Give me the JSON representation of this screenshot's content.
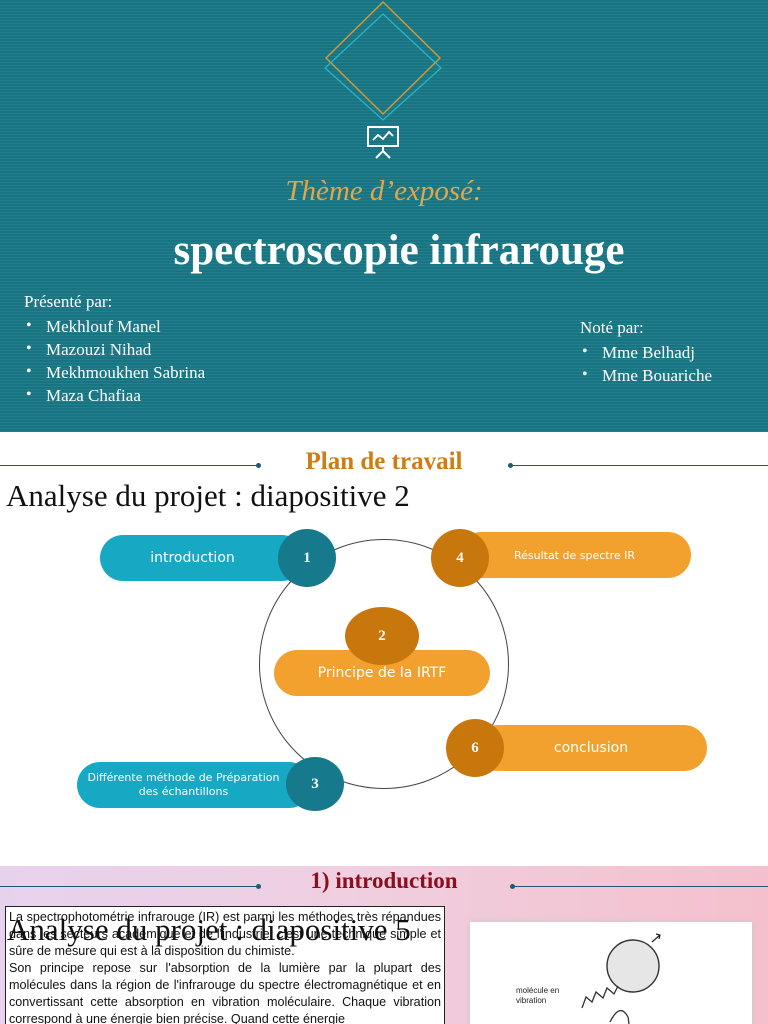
{
  "slide1": {
    "theme_label": "Thème d’exposé:",
    "title": "spectroscopie infrarouge",
    "presenters_heading": "Présenté par:",
    "presenters": [
      "Mekhlouf Manel",
      "Mazouzi Nihad",
      "Mekhmoukhen Sabrina",
      "Maza Chafiaa"
    ],
    "graders_heading": "Noté par:",
    "graders": [
      "Mme Belhadj",
      "Mme Bouariche"
    ],
    "colors": {
      "background": "#177482",
      "accent": "#e3a64a"
    }
  },
  "slide2": {
    "title": "Plan de travail",
    "overlay": "Analyse du projet : diapositive 2",
    "items": [
      {
        "num": "1",
        "label": "introduction"
      },
      {
        "num": "2",
        "label": "Principe de la IRTF"
      },
      {
        "num": "3",
        "label": "Différente méthode de Préparation des échantillons"
      },
      {
        "num": "4",
        "label": "Résultat de spectre IR"
      },
      {
        "num": "6",
        "label": "conclusion"
      }
    ],
    "colors": {
      "teal": "#17a8c4",
      "dark_teal": "#177a8c",
      "orange": "#f2a12e",
      "dark_orange": "#c8770d"
    }
  },
  "slide3": {
    "title": "1) introduction",
    "overlay": "Analyse du projet : diapositive 5",
    "paragraph1": "La spectrophotométrie infrarouge (IR) est parmi les méthodes très répandues dans les secteurs académique et de l'industrie, c'est une technique simple et sûre de mesure qui est à la disposition du chimiste.",
    "paragraph2": "Son principe repose sur l'absorption de la lumière par la plupart des molécules dans la région de l'infrarouge du spectre électromagnétique et en convertissant cette absorption en vibration moléculaire. Chaque vibration correspond à une énergie bien précise. Quand cette énergie",
    "image_label": "molécule en vibration"
  }
}
